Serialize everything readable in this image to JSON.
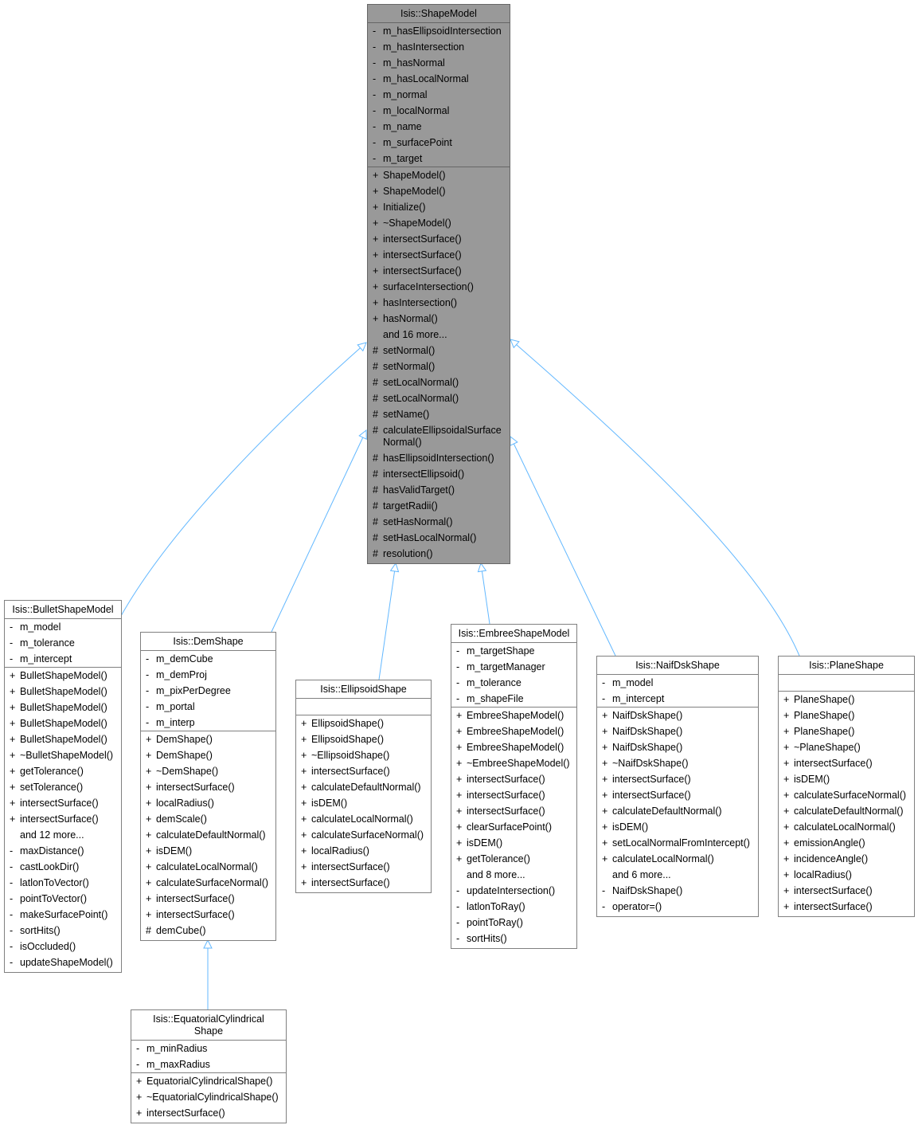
{
  "colors": {
    "edge": "#63b8ff",
    "base_fill": "#999999",
    "border": "#808080"
  },
  "classes": [
    {
      "id": "shape-model",
      "name": "Isis::ShapeModel",
      "base": true,
      "attributes": [
        [
          "-",
          "m_hasEllipsoidIntersection"
        ],
        [
          "-",
          "m_hasIntersection"
        ],
        [
          "-",
          "m_hasNormal"
        ],
        [
          "-",
          "m_hasLocalNormal"
        ],
        [
          "-",
          "m_normal"
        ],
        [
          "-",
          "m_localNormal"
        ],
        [
          "-",
          "m_name"
        ],
        [
          "-",
          "m_surfacePoint"
        ],
        [
          "-",
          "m_target"
        ]
      ],
      "methods": [
        [
          "+",
          "ShapeModel()"
        ],
        [
          "+",
          "ShapeModel()"
        ],
        [
          "+",
          "Initialize()"
        ],
        [
          "+",
          "~ShapeModel()"
        ],
        [
          "+",
          "intersectSurface()"
        ],
        [
          "+",
          "intersectSurface()"
        ],
        [
          "+",
          "intersectSurface()"
        ],
        [
          "+",
          "surfaceIntersection()"
        ],
        [
          "+",
          "hasIntersection()"
        ],
        [
          "+",
          "hasNormal()"
        ],
        [
          "",
          "and 16 more..."
        ],
        [
          "#",
          "setNormal()"
        ],
        [
          "#",
          "setNormal()"
        ],
        [
          "#",
          "setLocalNormal()"
        ],
        [
          "#",
          "setLocalNormal()"
        ],
        [
          "#",
          "setName()"
        ],
        [
          "#",
          "calculateEllipsoidalSurface\nNormal()"
        ],
        [
          "#",
          "hasEllipsoidIntersection()"
        ],
        [
          "#",
          "intersectEllipsoid()"
        ],
        [
          "#",
          "hasValidTarget()"
        ],
        [
          "#",
          "targetRadii()"
        ],
        [
          "#",
          "setHasNormal()"
        ],
        [
          "#",
          "setHasLocalNormal()"
        ],
        [
          "#",
          "resolution()"
        ]
      ]
    },
    {
      "id": "bullet-shape-model",
      "name": "Isis::BulletShapeModel",
      "attributes": [
        [
          "-",
          "m_model"
        ],
        [
          "-",
          "m_tolerance"
        ],
        [
          "-",
          "m_intercept"
        ]
      ],
      "methods": [
        [
          "+",
          "BulletShapeModel()"
        ],
        [
          "+",
          "BulletShapeModel()"
        ],
        [
          "+",
          "BulletShapeModel()"
        ],
        [
          "+",
          "BulletShapeModel()"
        ],
        [
          "+",
          "BulletShapeModel()"
        ],
        [
          "+",
          "~BulletShapeModel()"
        ],
        [
          "+",
          "getTolerance()"
        ],
        [
          "+",
          "setTolerance()"
        ],
        [
          "+",
          "intersectSurface()"
        ],
        [
          "+",
          "intersectSurface()"
        ],
        [
          "",
          "and 12 more..."
        ],
        [
          "-",
          "maxDistance()"
        ],
        [
          "-",
          "castLookDir()"
        ],
        [
          "-",
          "latlonToVector()"
        ],
        [
          "-",
          "pointToVector()"
        ],
        [
          "-",
          "makeSurfacePoint()"
        ],
        [
          "-",
          "sortHits()"
        ],
        [
          "-",
          "isOccluded()"
        ],
        [
          "-",
          "updateShapeModel()"
        ]
      ]
    },
    {
      "id": "dem-shape",
      "name": "Isis::DemShape",
      "attributes": [
        [
          "-",
          "m_demCube"
        ],
        [
          "-",
          "m_demProj"
        ],
        [
          "-",
          "m_pixPerDegree"
        ],
        [
          "-",
          "m_portal"
        ],
        [
          "-",
          "m_interp"
        ]
      ],
      "methods": [
        [
          "+",
          "DemShape()"
        ],
        [
          "+",
          "DemShape()"
        ],
        [
          "+",
          "~DemShape()"
        ],
        [
          "+",
          "intersectSurface()"
        ],
        [
          "+",
          "localRadius()"
        ],
        [
          "+",
          "demScale()"
        ],
        [
          "+",
          "calculateDefaultNormal()"
        ],
        [
          "+",
          "isDEM()"
        ],
        [
          "+",
          "calculateLocalNormal()"
        ],
        [
          "+",
          "calculateSurfaceNormal()"
        ],
        [
          "+",
          "intersectSurface()"
        ],
        [
          "+",
          "intersectSurface()"
        ],
        [
          "#",
          "demCube()"
        ]
      ]
    },
    {
      "id": "equatorial-cylindrical-shape",
      "name": "Isis::EquatorialCylindrical\nShape",
      "attributes": [
        [
          "-",
          "m_minRadius"
        ],
        [
          "-",
          "m_maxRadius"
        ]
      ],
      "methods": [
        [
          "+",
          "EquatorialCylindricalShape()"
        ],
        [
          "+",
          "~EquatorialCylindricalShape()"
        ],
        [
          "+",
          "intersectSurface()"
        ]
      ]
    },
    {
      "id": "ellipsoid-shape",
      "name": "Isis::EllipsoidShape",
      "attributes": [],
      "methods": [
        [
          "+",
          "EllipsoidShape()"
        ],
        [
          "+",
          "EllipsoidShape()"
        ],
        [
          "+",
          "~EllipsoidShape()"
        ],
        [
          "+",
          "intersectSurface()"
        ],
        [
          "+",
          "calculateDefaultNormal()"
        ],
        [
          "+",
          "isDEM()"
        ],
        [
          "+",
          "calculateLocalNormal()"
        ],
        [
          "+",
          "calculateSurfaceNormal()"
        ],
        [
          "+",
          "localRadius()"
        ],
        [
          "+",
          "intersectSurface()"
        ],
        [
          "+",
          "intersectSurface()"
        ]
      ]
    },
    {
      "id": "embree-shape-model",
      "name": "Isis::EmbreeShapeModel",
      "attributes": [
        [
          "-",
          "m_targetShape"
        ],
        [
          "-",
          "m_targetManager"
        ],
        [
          "-",
          "m_tolerance"
        ],
        [
          "-",
          "m_shapeFile"
        ]
      ],
      "methods": [
        [
          "+",
          "EmbreeShapeModel()"
        ],
        [
          "+",
          "EmbreeShapeModel()"
        ],
        [
          "+",
          "EmbreeShapeModel()"
        ],
        [
          "+",
          "~EmbreeShapeModel()"
        ],
        [
          "+",
          "intersectSurface()"
        ],
        [
          "+",
          "intersectSurface()"
        ],
        [
          "+",
          "intersectSurface()"
        ],
        [
          "+",
          "clearSurfacePoint()"
        ],
        [
          "+",
          "isDEM()"
        ],
        [
          "+",
          "getTolerance()"
        ],
        [
          "",
          "and 8 more..."
        ],
        [
          "-",
          "updateIntersection()"
        ],
        [
          "-",
          "latlonToRay()"
        ],
        [
          "-",
          "pointToRay()"
        ],
        [
          "-",
          "sortHits()"
        ]
      ]
    },
    {
      "id": "naif-dsk-shape",
      "name": "Isis::NaifDskShape",
      "attributes": [
        [
          "-",
          "m_model"
        ],
        [
          "-",
          "m_intercept"
        ]
      ],
      "methods": [
        [
          "+",
          "NaifDskShape()"
        ],
        [
          "+",
          "NaifDskShape()"
        ],
        [
          "+",
          "NaifDskShape()"
        ],
        [
          "+",
          "~NaifDskShape()"
        ],
        [
          "+",
          "intersectSurface()"
        ],
        [
          "+",
          "intersectSurface()"
        ],
        [
          "+",
          "calculateDefaultNormal()"
        ],
        [
          "+",
          "isDEM()"
        ],
        [
          "+",
          "setLocalNormalFromIntercept()"
        ],
        [
          "+",
          "calculateLocalNormal()"
        ],
        [
          "",
          "and 6 more..."
        ],
        [
          "-",
          "NaifDskShape()"
        ],
        [
          "-",
          "operator=()"
        ]
      ]
    },
    {
      "id": "plane-shape",
      "name": "Isis::PlaneShape",
      "attributes": [],
      "methods": [
        [
          "+",
          "PlaneShape()"
        ],
        [
          "+",
          "PlaneShape()"
        ],
        [
          "+",
          "PlaneShape()"
        ],
        [
          "+",
          "~PlaneShape()"
        ],
        [
          "+",
          "intersectSurface()"
        ],
        [
          "+",
          "isDEM()"
        ],
        [
          "+",
          "calculateSurfaceNormal()"
        ],
        [
          "+",
          "calculateDefaultNormal()"
        ],
        [
          "+",
          "calculateLocalNormal()"
        ],
        [
          "+",
          "emissionAngle()"
        ],
        [
          "+",
          "incidenceAngle()"
        ],
        [
          "+",
          "localRadius()"
        ],
        [
          "+",
          "intersectSurface()"
        ],
        [
          "+",
          "intersectSurface()"
        ]
      ]
    }
  ]
}
